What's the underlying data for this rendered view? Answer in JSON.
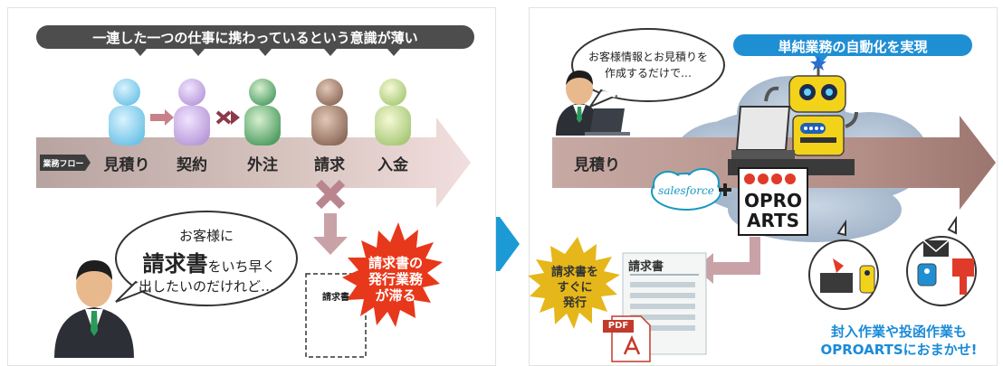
{
  "left": {
    "awareness_banner": "一連した一つの仕事に携わっているという意識が薄い",
    "flow_label": "業務フロー",
    "steps": [
      "見積り",
      "契約",
      "外注",
      "請求",
      "入金"
    ],
    "speech_line1": "お客様に",
    "speech_emph": "請求書",
    "speech_line2_rest": "をいち早く",
    "speech_line3": "出したいのだけれど…",
    "document_label": "請求書",
    "burst_lines": [
      "請求書の",
      "発行業務",
      "が滞る"
    ]
  },
  "right": {
    "speech_lines": [
      "お客様情報とお見積りを",
      "作成するだけで…"
    ],
    "automation_banner": "単純業務の自動化を実現",
    "flow_step": "見積り",
    "salesforce_logo": "salesforce",
    "opro_logo_lines": [
      "OPRO",
      "ARTS"
    ],
    "burst_lines": [
      "請求書を",
      "すぐに",
      "発行"
    ],
    "invoice_title": "請求書",
    "pdf_label": "PDF",
    "caption_lines": [
      "封入作業や投函作業も",
      "OPROARTSにおまかせ!"
    ]
  },
  "colors": {
    "banner_dark": "#4d4d4d",
    "banner_blue": "#1f8fd4",
    "burst_red": "#e8381b",
    "burst_gold": "#e6b71a",
    "caption_blue": "#1a8bd8",
    "divider_blue": "#1c9ad6"
  },
  "icons": [
    "person-icon",
    "robot-icon",
    "cloud-icon",
    "pdf-icon",
    "mailbox-icon",
    "envelope-icon"
  ]
}
